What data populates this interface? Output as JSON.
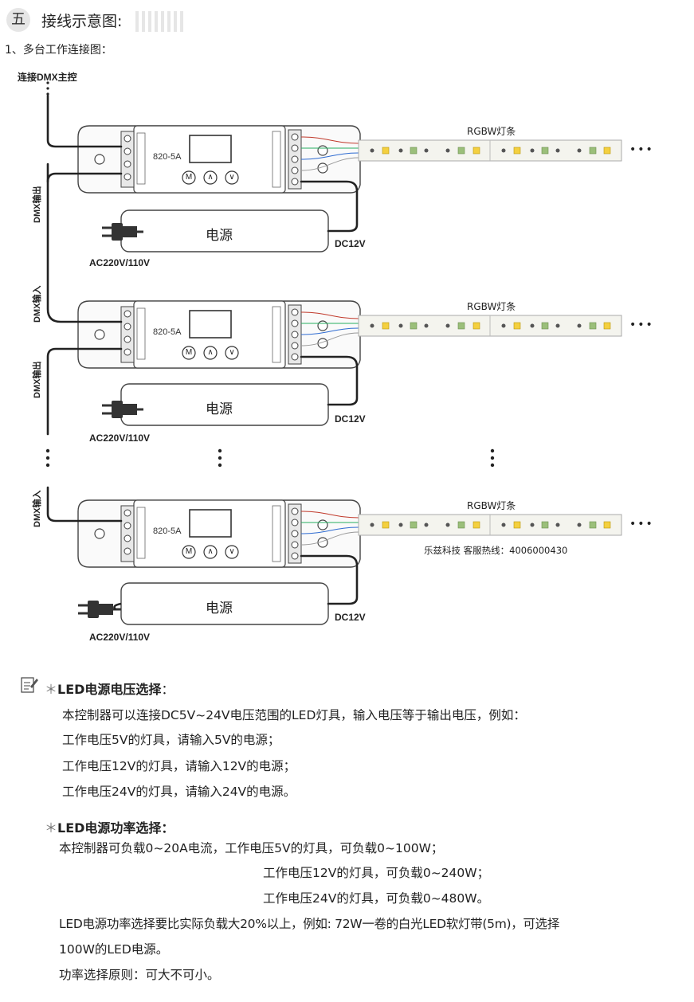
{
  "section": {
    "number": "五",
    "title": "接线示意图:",
    "subtitle": "1、多台工作连接图："
  },
  "diagram": {
    "dmx_master_label": "连接DMX主控",
    "dmx_out_label": "DMX输出",
    "dmx_in_label": "DMX输入",
    "controller_model": "820-5A",
    "button_labels": [
      "M",
      "∧",
      "∨"
    ],
    "strip_label": "RGBW灯条",
    "psu_label": "电源",
    "dc_label": "DC12V",
    "ac_label": "AC220V/110V",
    "hotline_text": "乐兹科技 客服热线：4006000430",
    "ellipsis": "•••"
  },
  "notes": {
    "voltage": {
      "heading": "LED电源电压选择",
      "heading_suffix": "：",
      "lines": [
        "本控制器可以连接DC5V~24V电压范围的LED灯具，输入电压等于输出电压，例如：",
        "工作电压5V的灯具，请输入5V的电源；",
        "工作电压12V的灯具，请输入12V的电源；",
        "工作电压24V的灯具，请输入24V的电源。"
      ]
    },
    "power": {
      "heading": "LED电源功率选择：",
      "lines": [
        "本控制器可负载0~20A电流，工作电压5V的灯具，可负载0~100W；",
        "工作电压12V的灯具，可负载0~240W；",
        "工作电压24V的灯具，可负载0~480W。",
        "LED电源功率选择要比实际负载大20%以上，例如: 72W一卷的白光LED软灯带(5m)，可选择",
        "100W的LED电源。",
        "功率选择原则：可大不可小。"
      ]
    }
  }
}
